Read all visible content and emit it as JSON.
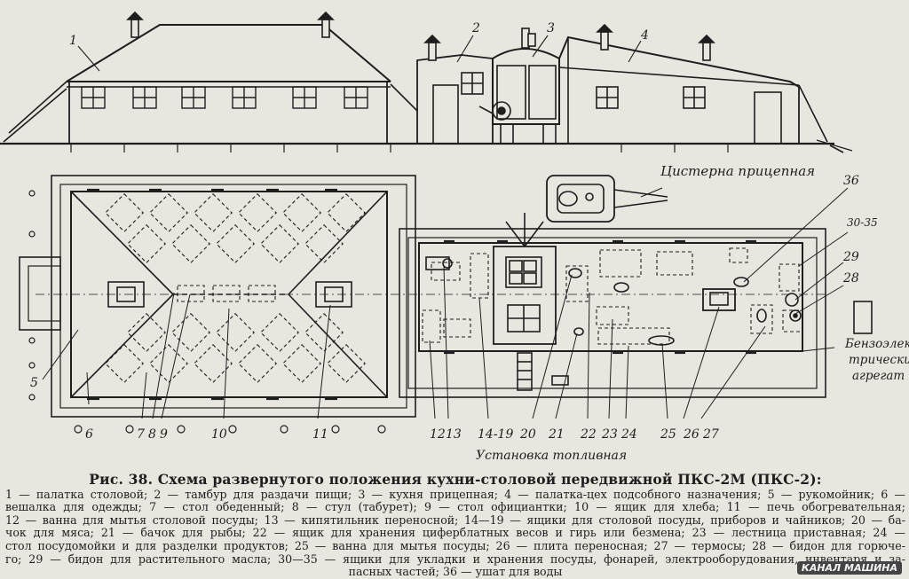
{
  "diagram": {
    "title": "Рис. 38. Схема развернутого положения кухни-столовой передвижной ПКС-2М (ПКС-2):",
    "labels": {
      "tank_trailer": "Цистерна прицепная",
      "fuel_unit": "Установка топливная",
      "generator_line1": "Бензоэлек-",
      "generator_line2": "трический",
      "generator_line3": "агрегат"
    },
    "top_callouts": [
      "1",
      "2",
      "3",
      "4"
    ],
    "plan_callouts": [
      "36",
      "30-35",
      "29",
      "28",
      "5",
      "6",
      "7",
      "8",
      "9",
      "10",
      "11",
      "12",
      "13",
      "14-19",
      "20",
      "21",
      "22",
      "23",
      "24",
      "25",
      "26",
      "27"
    ],
    "legend_lines": [
      "1 — палатка столовой; 2 — тамбур для раздачи пищи; 3 — кухня прицепная; 4 — палатка-цех подсобного назначения; 5 — рукомойник; 6 —",
      "вешалка для одежды; 7 — стол обеденный; 8 — стул (табурет); 9 — стол официантки; 10 — ящик для хлеба; 11 — печь обогревательная;",
      "12 — ванна для мытья столовой посуды; 13 — кипятильник переносной; 14—19 — ящики для столовой посуды, приборов и чайников; 20 — ба-",
      "чок для мяса; 21 — бачок для рыбы; 22 — ящик для хранения циферблатных весов и гирь или безмена; 23 — лестница приставная; 24 —",
      "стол посудомойки и для разделки продуктов; 25 — ванна для мытья посуды; 26 — плита переносная; 27 — термосы; 28 — бидон для горюче-",
      "го; 29 — бидон для растительного масла; 30—35 — ящики для укладки и хранения посуды, фонарей, электрооборудования, инвентаря и за-",
      "пасных частей; 36 — ушат для воды"
    ],
    "watermark": "КАНАЛ МАШИНА"
  },
  "colors": {
    "paper": "#e9e6df",
    "ink": "#1e1e1e"
  }
}
